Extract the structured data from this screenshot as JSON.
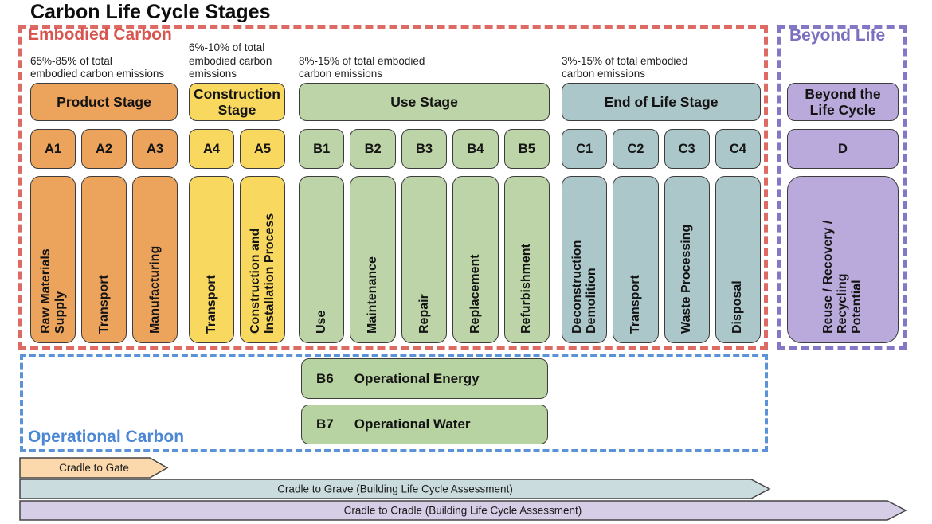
{
  "title": "Carbon Life Cycle Stages",
  "regions": {
    "embodied": {
      "label": "Embodied Carbon",
      "text_color": "#d8554f",
      "border_color": "#dd6a63"
    },
    "beyond": {
      "label": "Beyond Life",
      "text_color": "#7b70c0",
      "border_color": "#8278c5"
    },
    "operational": {
      "label": "Operational Carbon",
      "text_color": "#4b87d5",
      "border_color": "#5c92d8"
    }
  },
  "groups": [
    {
      "id": "product-stage",
      "percent_note": "65%-85% of total\nembodied carbon emissions",
      "header": "Product Stage",
      "color": "#eca45c",
      "columns": [
        {
          "code": "A1",
          "label": "Raw Materials\nSupply"
        },
        {
          "code": "A2",
          "label": "Transport"
        },
        {
          "code": "A3",
          "label": "Manufacturing"
        }
      ]
    },
    {
      "id": "construction-stage",
      "percent_note": "6%-10% of total\nembodied carbon\nemissions",
      "header": "Construction\nStage",
      "color": "#f8d85e",
      "columns": [
        {
          "code": "A4",
          "label": "Transport"
        },
        {
          "code": "A5",
          "label": "Construction and\nInstallation Process"
        }
      ]
    },
    {
      "id": "use-stage",
      "percent_note": "8%-15% of total embodied\ncarbon emissions",
      "header": "Use Stage",
      "color": "#bcd4a7",
      "columns": [
        {
          "code": "B1",
          "label": "Use"
        },
        {
          "code": "B2",
          "label": "Maintenance"
        },
        {
          "code": "B3",
          "label": "Repair"
        },
        {
          "code": "B4",
          "label": "Replacement"
        },
        {
          "code": "B5",
          "label": "Refurbishment"
        }
      ]
    },
    {
      "id": "end-of-life-stage",
      "percent_note": "3%-15% of total embodied\ncarbon emissions",
      "header": "End of Life Stage",
      "color": "#abc7c9",
      "columns": [
        {
          "code": "C1",
          "label": "Deconstruction\nDemolition"
        },
        {
          "code": "C2",
          "label": "Transport"
        },
        {
          "code": "C3",
          "label": "Waste Processing"
        },
        {
          "code": "C4",
          "label": "Disposal"
        }
      ]
    }
  ],
  "beyond_group": {
    "header": "Beyond the\nLife Cycle",
    "code": "D",
    "label": "Reuse / Recovery /\nRecycling\nPotential",
    "color": "#baa9db"
  },
  "operational_items": [
    {
      "code": "B6",
      "label": "Operational Energy",
      "color": "#b7d3a1"
    },
    {
      "code": "B7",
      "label": "Operational Water",
      "color": "#b7d3a1"
    }
  ],
  "arrows": [
    {
      "label": "Cradle to Gate",
      "color": "#fcd9ad"
    },
    {
      "label": "Cradle to Grave (Building Life Cycle Assessment)",
      "color": "#cbdcde"
    },
    {
      "label": "Cradle to Cradle (Building Life Cycle Assessment)",
      "color": "#d6cde6"
    }
  ]
}
